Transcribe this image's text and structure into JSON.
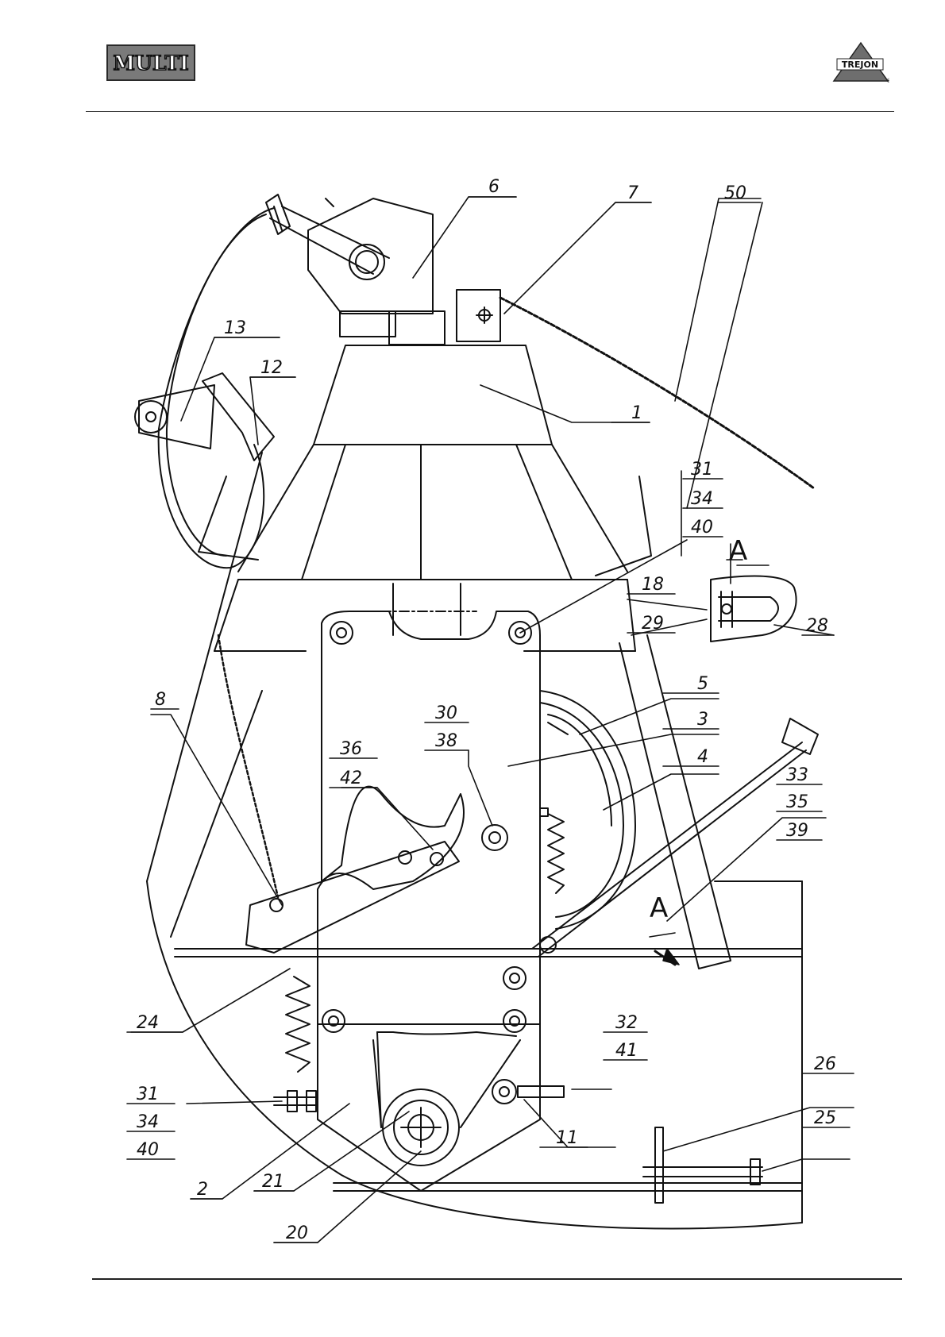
{
  "header": {
    "brand_left": "MULTI",
    "brand_right": "TREJON",
    "brand_right_mark": "®"
  },
  "diagram": {
    "section_marks": [
      "A",
      "A"
    ],
    "callouts": {
      "c1": "1",
      "c2": "2",
      "c3": "3",
      "c4": "4",
      "c5": "5",
      "c6": "6",
      "c7": "7",
      "c8": "8",
      "c11": "11",
      "c12": "12",
      "c13": "13",
      "c18": "18",
      "c20": "20",
      "c21": "21",
      "c24": "24",
      "c25": "25",
      "c26": "26",
      "c28": "28",
      "c29": "29",
      "c30": "30",
      "c38": "38",
      "c36": "36",
      "c42": "42",
      "c31a": "31",
      "c34a": "34",
      "c40a": "40",
      "c31b": "31",
      "c34b": "34",
      "c40b": "40",
      "c33": "33",
      "c35": "35",
      "c39": "39",
      "c32": "32",
      "c41": "41",
      "c50": "50"
    }
  },
  "colors": {
    "ink": "#111111",
    "paper": "#ffffff",
    "logo_fill": "#7a7a7a"
  }
}
